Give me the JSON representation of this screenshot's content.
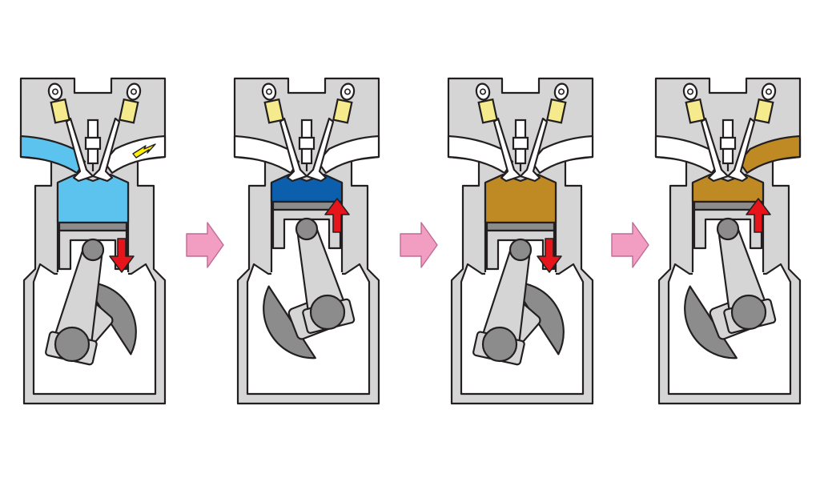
{
  "diagram": {
    "colors": {
      "outline": "#231f20",
      "body": "#d5d5d5",
      "dark_part": "#8c8c8c",
      "valve_cap": "#f5eb8c",
      "arrow_red": "#e6151b",
      "arrow_yellow": "#fff100",
      "arrow_pink": "#f19ec2",
      "arrow_pink_stroke": "#c06a96",
      "background": "#ffffff"
    },
    "strokes": [
      {
        "name": "intake",
        "chamber_color": "#5cc3ee",
        "intake_port_color": "#5cc3ee",
        "exhaust_port_color": "#ffffff",
        "piston_motion": "down",
        "crank_rotation_deg": 0,
        "intake_arrow": true
      },
      {
        "name": "compression",
        "chamber_color": "#0b5fad",
        "intake_port_color": "#ffffff",
        "exhaust_port_color": "#ffffff",
        "piston_motion": "up",
        "crank_rotation_deg": 180,
        "intake_arrow": false
      },
      {
        "name": "power",
        "chamber_color": "#bf8a24",
        "intake_port_color": "#ffffff",
        "exhaust_port_color": "#ffffff",
        "piston_motion": "down",
        "crank_rotation_deg": 0,
        "intake_arrow": false
      },
      {
        "name": "exhaust",
        "chamber_color": "#bf8a24",
        "intake_port_color": "#ffffff",
        "exhaust_port_color": "#bf8a24",
        "piston_motion": "up",
        "crank_rotation_deg": 180,
        "intake_arrow": false
      }
    ],
    "transition_arrow_icon": "pink-right-arrow-icon"
  }
}
